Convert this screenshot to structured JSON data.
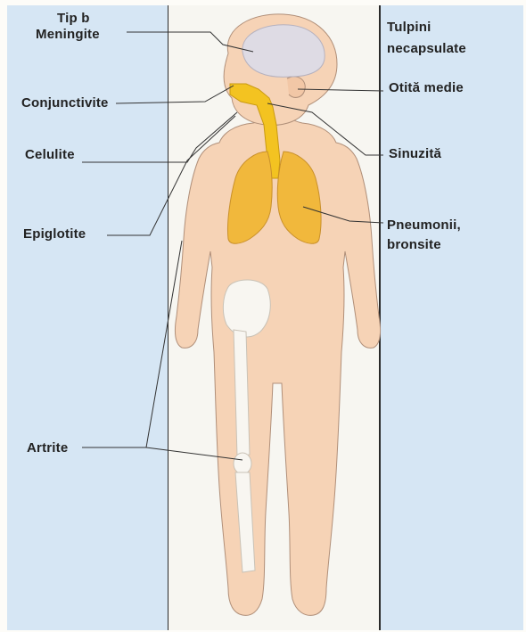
{
  "labels": {
    "tip_b": "Tip b",
    "meningite": "Meningite",
    "conjunctivite": "Conjunctivite",
    "celulite": "Celulite",
    "epiglotite": "Epiglotite",
    "artrite": "Artrite",
    "tulpini_1": "Tulpini",
    "tulpini_2": "necapsulate",
    "otita": "Otită medie",
    "sinuzita": "Sinuzită",
    "pneumonii_1": "Pneumonii,",
    "pneumonii_2": "bronsite"
  },
  "colors": {
    "panel_blue": "#d6e6f4",
    "skin": "#f6d3b6",
    "brain": "#dedbe4",
    "airway": "#f3c321",
    "lungs": "#f1b83c",
    "bone": "#f8f6f1",
    "line": "#333333"
  }
}
